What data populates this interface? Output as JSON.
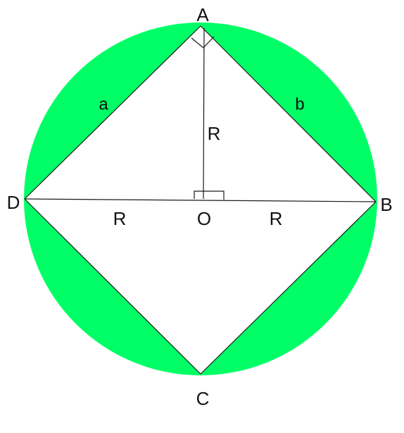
{
  "diagram": {
    "colors": {
      "segment_fill": "#00ff66",
      "square_fill": "#ffffff",
      "stroke": "#1a1a1a",
      "label": "#111111"
    },
    "vertices": {
      "top": "A",
      "right": "B",
      "bottom": "C",
      "left": "D",
      "center": "O"
    },
    "sides": {
      "left_upper": "a",
      "right_upper": "b"
    },
    "radius_labels": {
      "vertical": "R",
      "left": "R",
      "right": "R"
    },
    "markers": [
      "right-angle-at-A",
      "right-angle-at-O"
    ]
  }
}
